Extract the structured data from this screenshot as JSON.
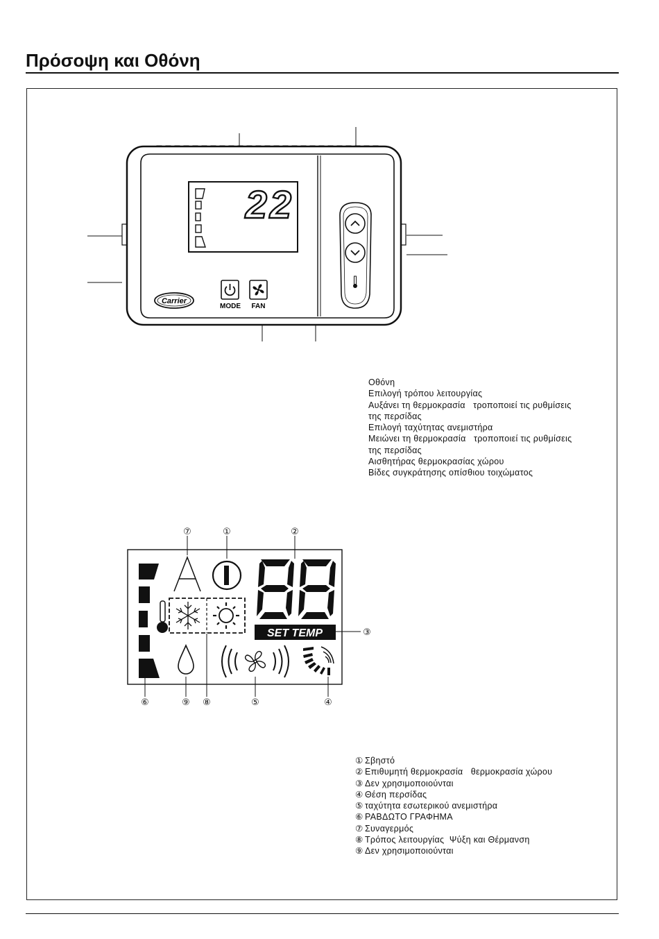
{
  "page": {
    "title": "Πρόσοψη και Οθόνη"
  },
  "device": {
    "temperature_display": "22",
    "mode_label": "MODE",
    "fan_label": "FAN",
    "brand_logo": "Carrier",
    "icons": [
      "power-icon",
      "fan-icon",
      "up-arrow-icon",
      "down-arrow-icon",
      "thermometer-icon"
    ]
  },
  "legend_front": [
    "Οθόνη",
    "Επιλογή τρόπου λειτουργίας",
    "Αυξάνει τη θερμοκρασία   τροποποιεί τις ρυθμίσεις",
    "της περσίδας",
    "Επιλογή ταχύτητας ανεμιστήρα",
    "Μειώνει τη θερμοκρασία   τροποποιεί τις ρυθμίσεις",
    "της περσίδας",
    "Αισθητήρας θερμοκρασίας χώρου",
    "Βίδες συγκράτησης οπίσθιου τοιχώματος"
  ],
  "display": {
    "digits": "88",
    "set_temp_label": "SET TEMP",
    "callouts_top": [
      "⑦",
      "①",
      "②"
    ],
    "callout_right": "③",
    "callouts_bottom": [
      "⑥",
      "⑨",
      "⑧",
      "⑤",
      "④"
    ],
    "icons": [
      "auto-icon",
      "power-icon",
      "thermometer-icon",
      "snowflake-icon",
      "sun-icon",
      "drop-icon",
      "fan-icon",
      "louver-icon",
      "bar-graph-icon"
    ]
  },
  "legend_display": [
    {
      "num": "①",
      "text": "Σβηστό"
    },
    {
      "num": "②",
      "text": "Επιθυμητή θερμοκρασία   θερμοκρασία χώρου"
    },
    {
      "num": "③",
      "text": "Δεν χρησιμοποιούνται"
    },
    {
      "num": "④",
      "text": "Θέση περσίδας"
    },
    {
      "num": "⑤",
      "text": "ταχύτητα εσωτερικού ανεμιστήρα"
    },
    {
      "num": "⑥",
      "text": "ΡΑΒΔΩΤΟ ΓΡΑΦΗΜΑ"
    },
    {
      "num": "⑦",
      "text": "Συναγερμός"
    },
    {
      "num": "⑧",
      "text": "Τρόπος λειτουργίας  Ψύξη και Θέρμανση"
    },
    {
      "num": "⑨",
      "text": "Δεν χρησιμοποιούνται"
    }
  ]
}
